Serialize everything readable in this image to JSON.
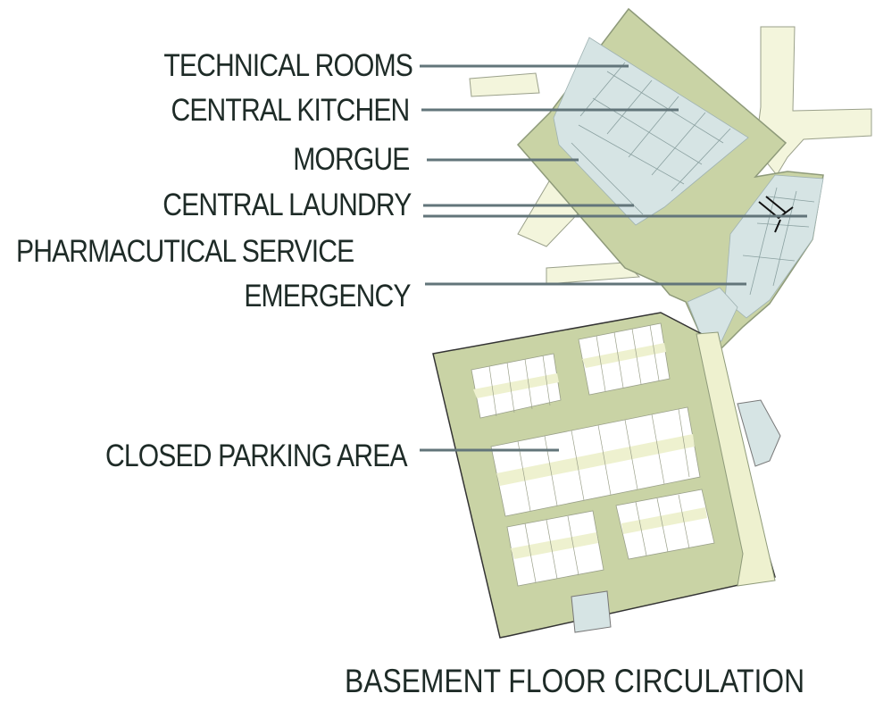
{
  "diagram": {
    "title": "BASEMENT FLOOR CIRCULATION",
    "labels": {
      "technical_rooms": "TECHNICAL ROOMS",
      "central_kitchen": "CENTRAL KITCHEN",
      "morgue": "MORGUE",
      "central_laundry": "CENTRAL LAUNDRY",
      "pharmaceutical_service": "PHARMACUTICAL SERVICE",
      "emergency": "EMERGENCY",
      "closed_parking_area": "CLOSED PARKING AREA"
    },
    "colors": {
      "circulation": "#c9d3a5",
      "rooms": "#d6e4e4",
      "parking_lane": "#eef1cf",
      "road": "#f3f5dc",
      "leader": "#62757a",
      "text": "#1e2b27"
    }
  }
}
